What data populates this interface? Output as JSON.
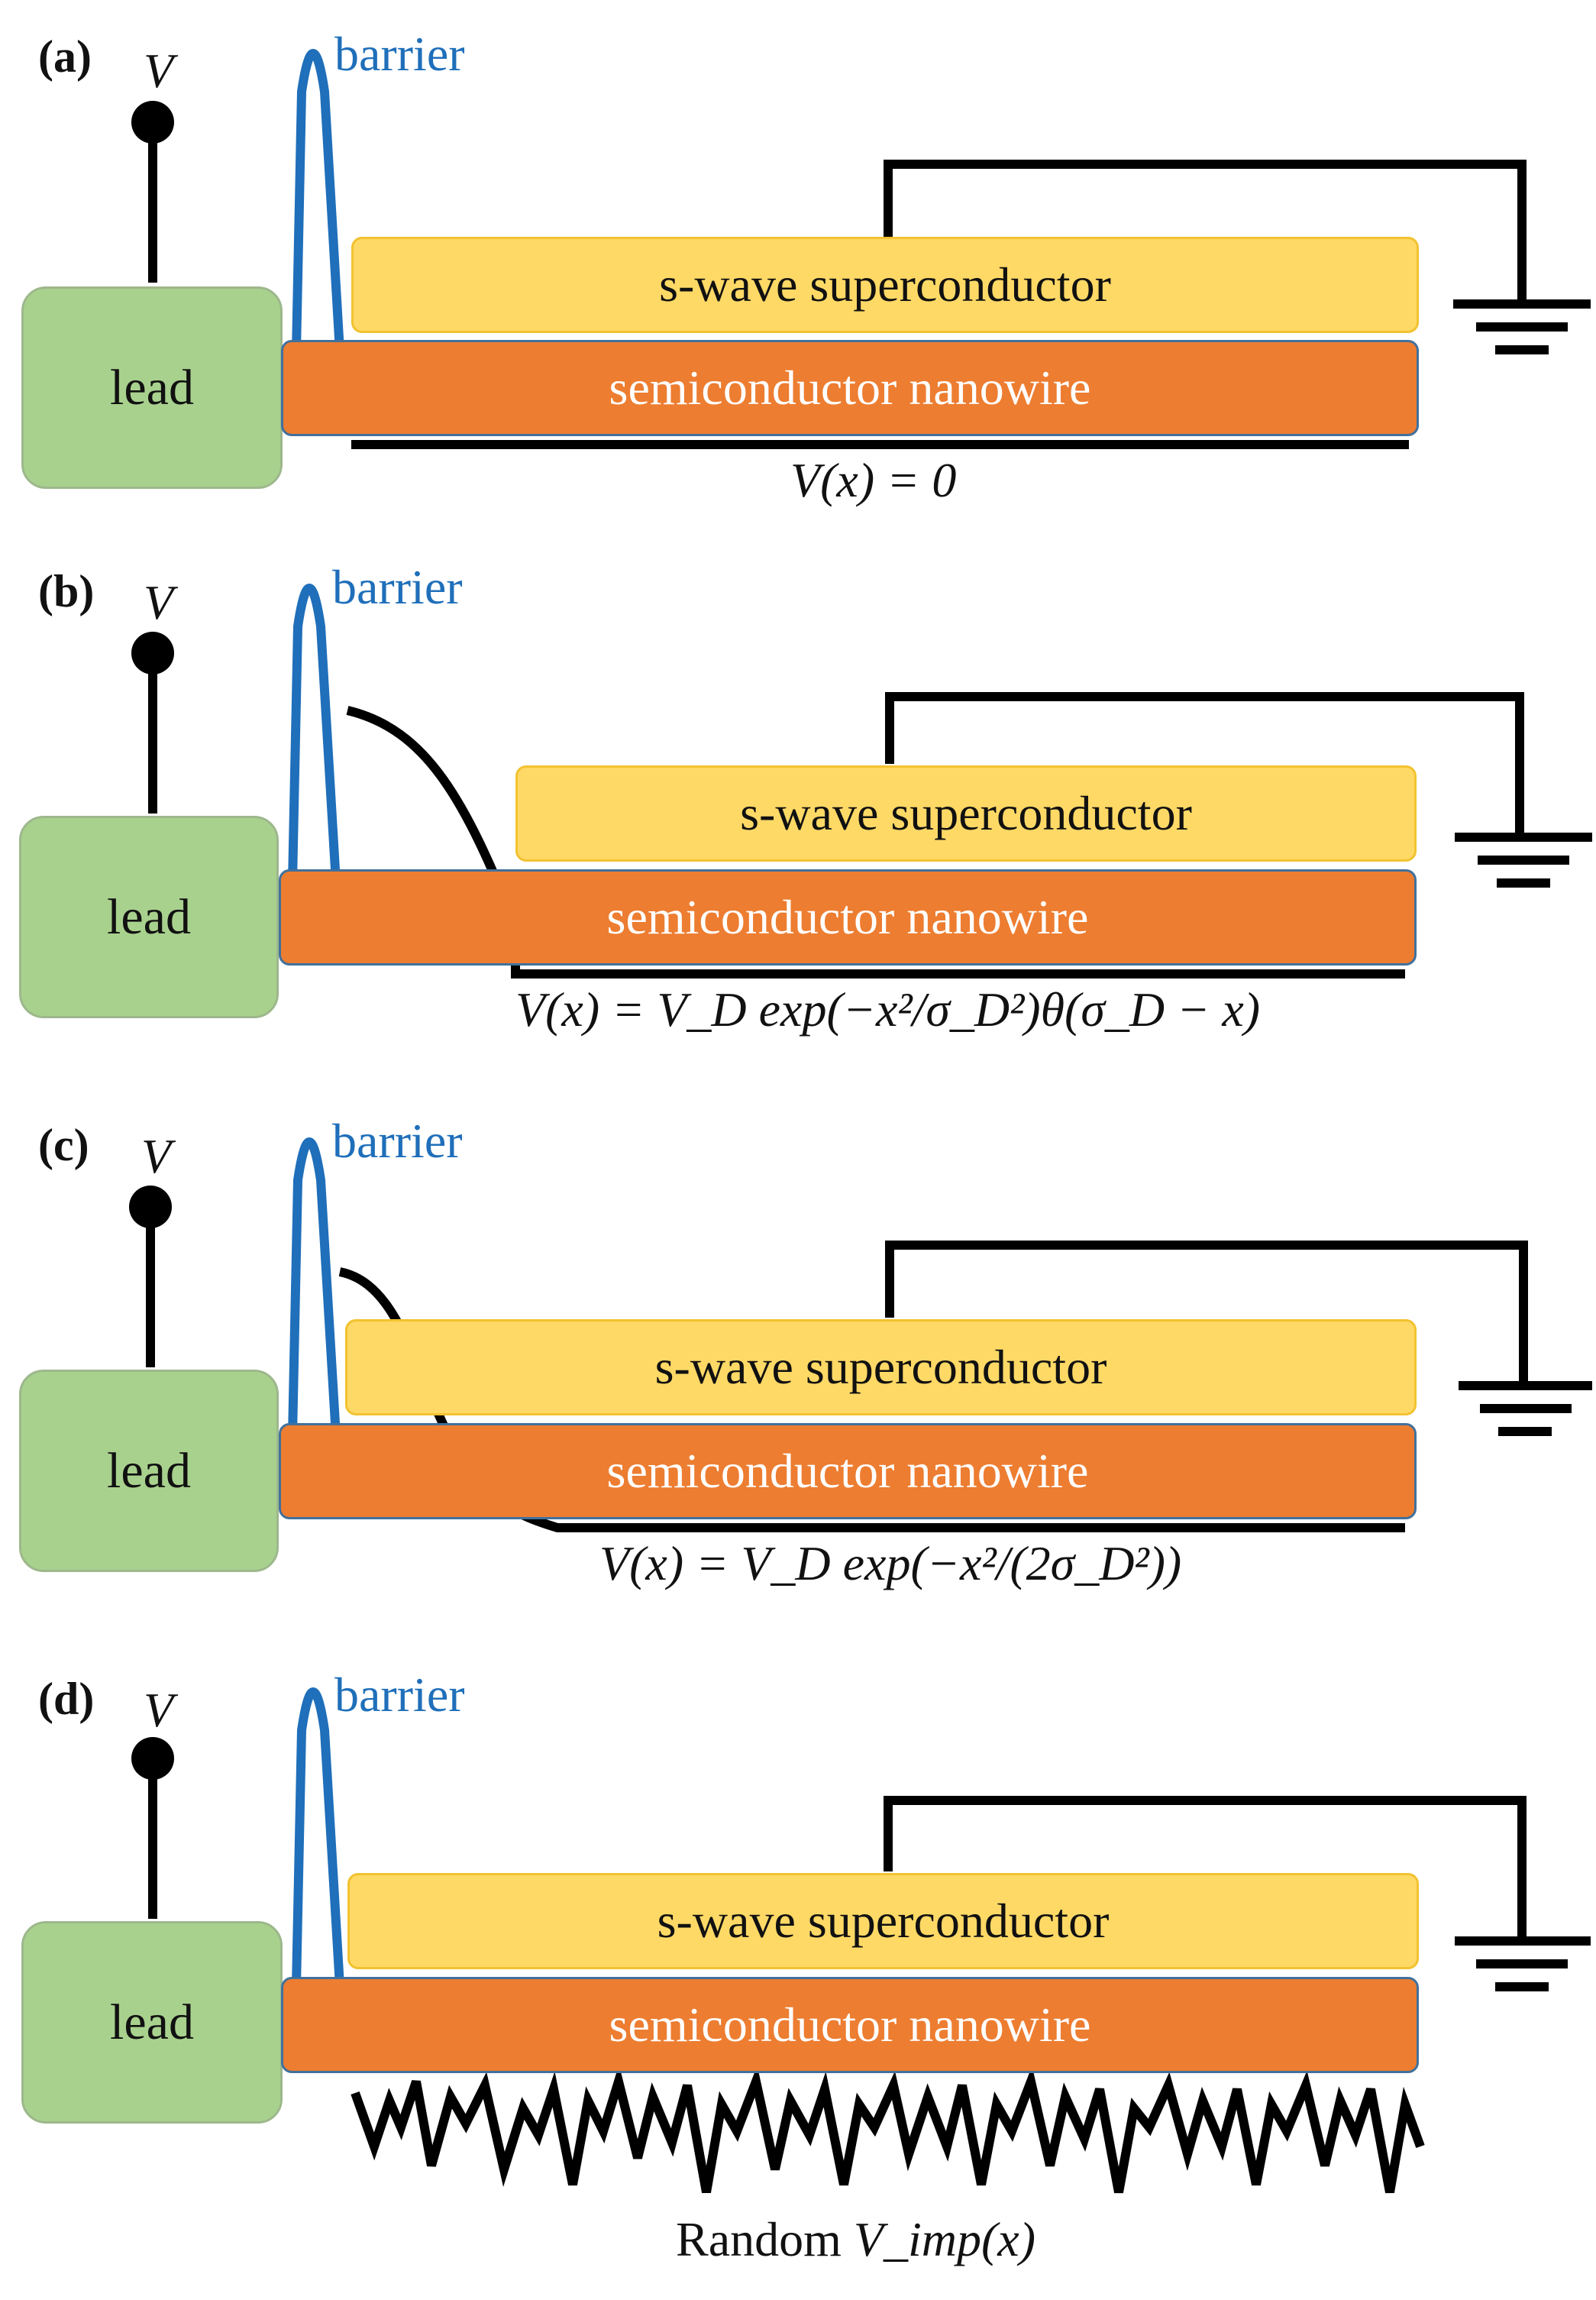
{
  "labels": {
    "voltage": "V",
    "barrier": "barrier",
    "lead": "lead",
    "superconductor": "s-wave superconductor",
    "nanowire": "semiconductor nanowire"
  },
  "panels": [
    {
      "id": "a",
      "label": "(a)",
      "formula": "V(x) = 0"
    },
    {
      "id": "b",
      "label": "(b)",
      "formula": "V(x) = V_D exp(−x²/σ_D²)θ(σ_D − x)"
    },
    {
      "id": "c",
      "label": "(c)",
      "formula": "V(x) = V_D exp(−x²/(2σ_D²))"
    },
    {
      "id": "d",
      "label": "(d)",
      "formula_prefix": "Random ",
      "formula": "V_imp(x)"
    }
  ],
  "colors": {
    "lead": "#a9d18e",
    "superconductor": "#ffd966",
    "nanowire": "#ed7d31",
    "barrier": "#1f6fba",
    "wires": "#000000"
  }
}
